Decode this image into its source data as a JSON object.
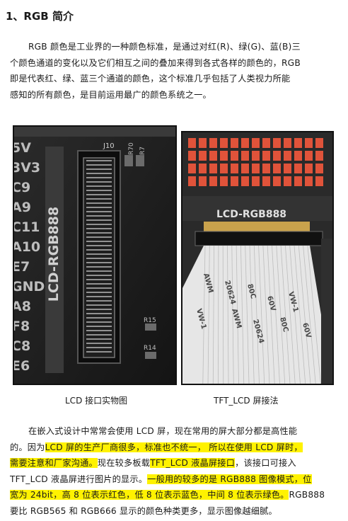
{
  "heading": "1、RGB 简介",
  "intro_paragraph": [
    "RGB 颜色是工业界的一种颜色标准，是通过对红(R)、绿(G)、蓝(B)三",
    "个颜色通道的变化以及它们相互之间的叠加来得到各式各样的颜色的，RGB",
    "即是代表红、绿、蓝三个通道的颜色，这个标准几乎包括了人类视力所能",
    "感知的所有颜色，是目前运用最广的颜色系统之一。"
  ],
  "figures": {
    "left": {
      "caption": "LCD 接口实物图",
      "connector_label": "LCD-RGB888",
      "header_label": "J10",
      "pin_labels": [
        "5V",
        "3V3",
        "C9",
        "A9",
        "C11",
        "A10",
        "E7",
        "GND",
        "A8",
        "F8",
        "C8",
        "E6"
      ],
      "resistor_labels": [
        "R70",
        "R7",
        "R15",
        "R14"
      ]
    },
    "right": {
      "caption": "TFT_LCD 屏接法",
      "connector_label": "LCD-RGB888",
      "cable_text": [
        "AWM",
        "20624",
        "80C",
        "60V",
        "VW-1"
      ]
    }
  },
  "body_paragraph": {
    "line1": "在嵌入式设计中常常会使用 LCD 屏，现在常用的屏大部分都是高性能",
    "line2_plain": "的。因为",
    "line2_hl": "LCD 屏的生产厂商很多，标准也不统一， 所以在使用 LCD 屏时，",
    "line3_hl": "需要注意和厂家沟通。",
    "line3_plain": "现在较多板载",
    "line3_hl2": "TFT_LCD 液晶屏接口",
    "line3_plain2": "，该接口可接入",
    "line4_plain": "TFT_LCD 液晶屏进行图片的显示。",
    "line4_hl": "一般用的较多的是 RGB888 图像模式，位",
    "line5_hl": "宽为 24bit，高 8 位表示红色，低 8 位表示蓝色，中间 8 位表示绿色。",
    "line5_plain": "RGB888",
    "line6": "要比 RGB565 和 RGB666 显示的颜色种类更多，显示图像越细腻。"
  }
}
